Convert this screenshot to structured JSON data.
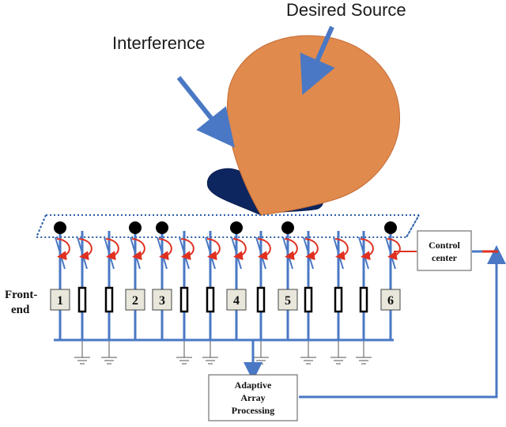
{
  "title_labels": {
    "desired_source": "Desired Source",
    "interference": "Interference"
  },
  "front_end": {
    "line1": "Front-",
    "line2": "end"
  },
  "control_center": {
    "line1": "Control",
    "line2": "center"
  },
  "adaptive": {
    "line1": "Adaptive",
    "line2": "Array",
    "line3": "Processing"
  },
  "channel_numbers": [
    "1",
    "2",
    "3",
    "4",
    "5",
    "6"
  ],
  "colors": {
    "beam_main": "#e08a4e",
    "beam_side": "#0d2660",
    "wire": "#4a78c4",
    "switch_arrow": "#e03020",
    "element_dot": "#000000",
    "box_fill": "#e9e7dc"
  }
}
